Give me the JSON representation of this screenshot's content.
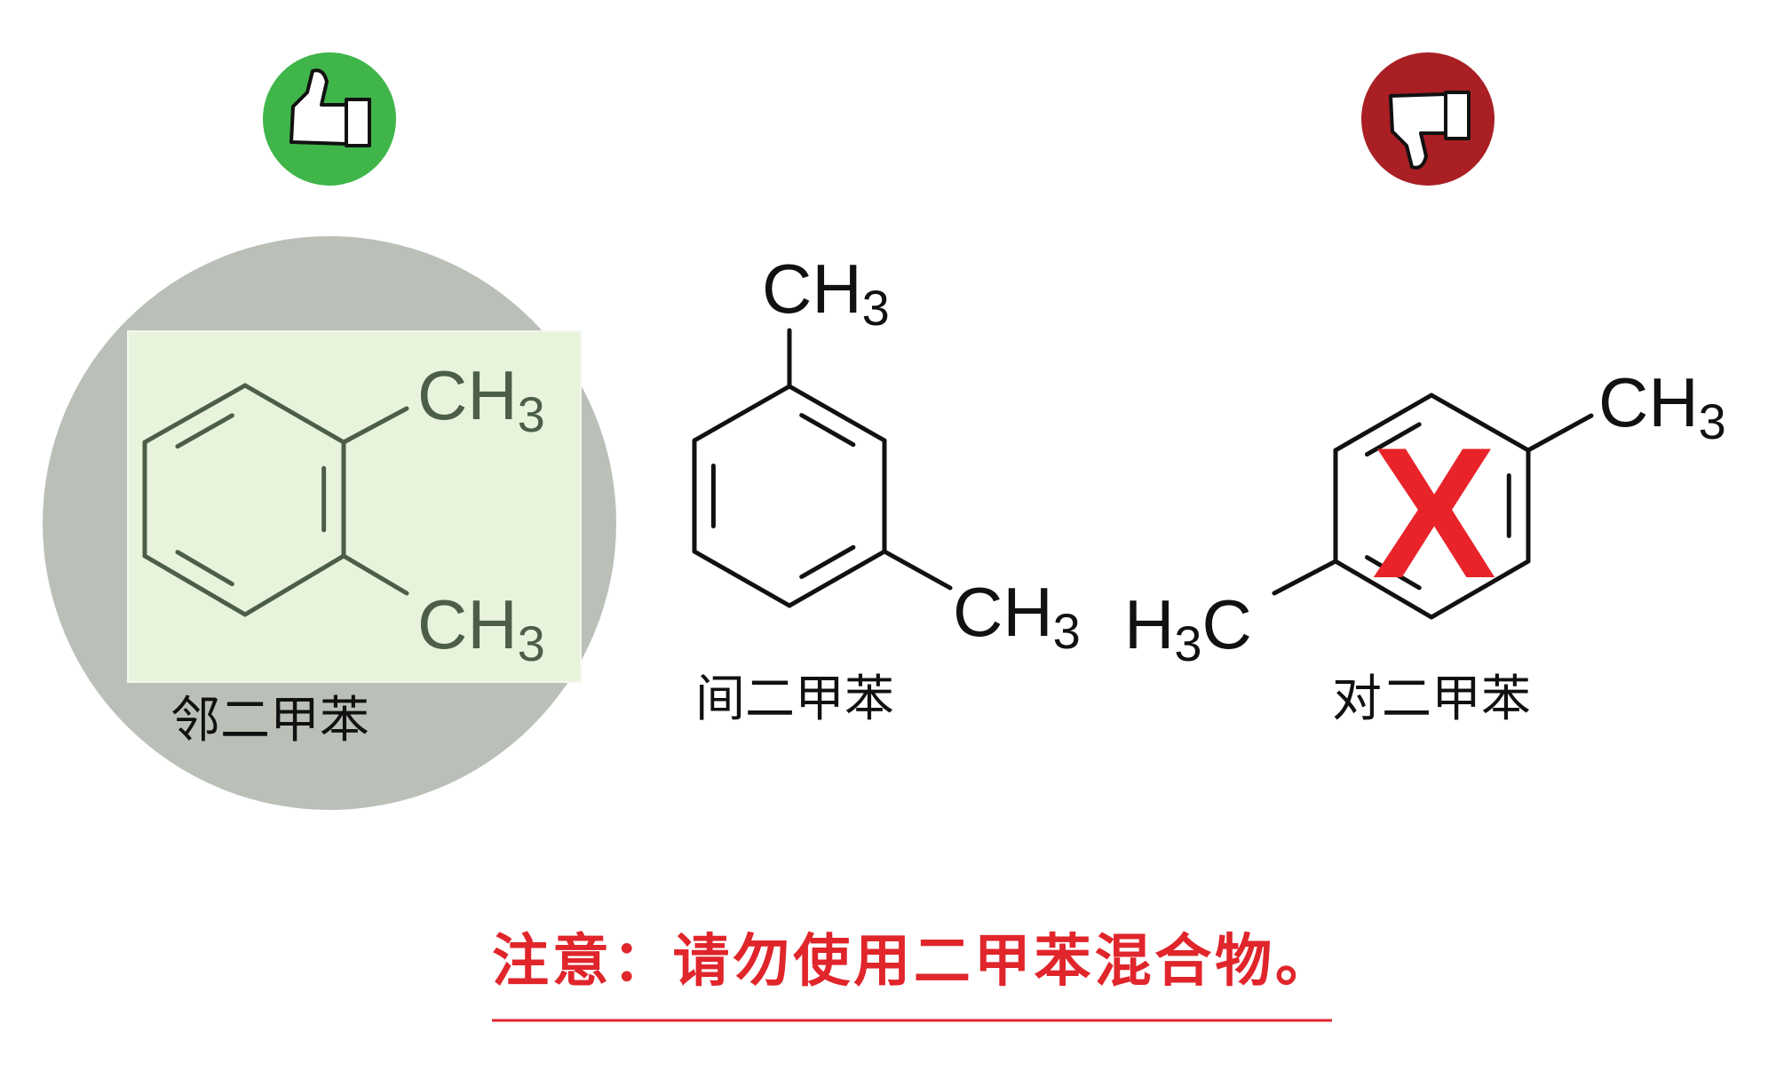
{
  "approve": {
    "icon": "thumbs-up-icon",
    "color": "#3fb54a"
  },
  "reject": {
    "icon": "thumbs-down-icon",
    "color": "#a91f24"
  },
  "molecules": [
    {
      "name": "邻二甲苯",
      "groups": [
        {
          "main": "CH",
          "sub": "3"
        },
        {
          "main": "CH",
          "sub": "3"
        }
      ],
      "status": "recommended"
    },
    {
      "name": "间二甲苯",
      "groups": [
        {
          "main": "CH",
          "sub": "3"
        },
        {
          "main": "CH",
          "sub": "3"
        }
      ]
    },
    {
      "name": "对二甲苯",
      "groups": [
        {
          "main": "CH",
          "sub": "3"
        },
        {
          "pre": "H",
          "sub": "3",
          "post": "C"
        }
      ],
      "status": "rejected",
      "mark": "X"
    }
  ],
  "notice": "注意：请勿使用二甲苯混合物。",
  "colors": {
    "warning": "#e0252b",
    "highlight_circle": "#bac0b8",
    "highlight_box": "#e8f3dc"
  }
}
